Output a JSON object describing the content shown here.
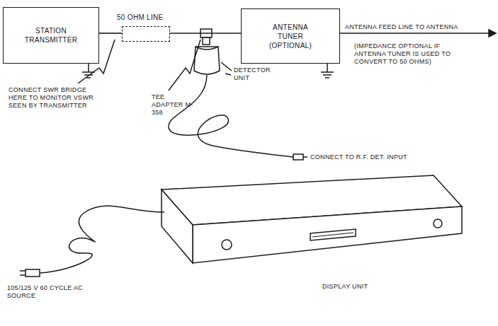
{
  "diagram": {
    "nodes": [
      {
        "text": [
          "STATION TRANSMITTER"
        ]
      },
      {
        "text": [
          "50 OHM LINE"
        ]
      },
      {
        "text": [
          "ANTENNA TUNER (OPTIONAL)"
        ]
      }
    ],
    "edges": [
      {
        "from": 0,
        "to": 1,
        "arrow": "none"
      },
      {
        "from": 1,
        "to": 2,
        "arrow": "none"
      }
    ],
    "labels": [
      "ANTENNA FEED LINE TO ANTENNA",
      "(IMPEDANCE OPTIONAL IF ANTENNA TUNER IS USED TO CONVERT TO 50 OHMS)",
      "CONNECT SWR BRIDGE HERE TO MONITOR VSWR SEEN BY TRANSMITTER",
      "TEE ADAPTER M-358",
      "DETECTOR UNIT",
      "CONNECT TO R.F. DET. INPUT",
      "DISPLAY UNIT",
      "105/125 V 60 CYCLE AC SOURCE"
    ]
  }
}
